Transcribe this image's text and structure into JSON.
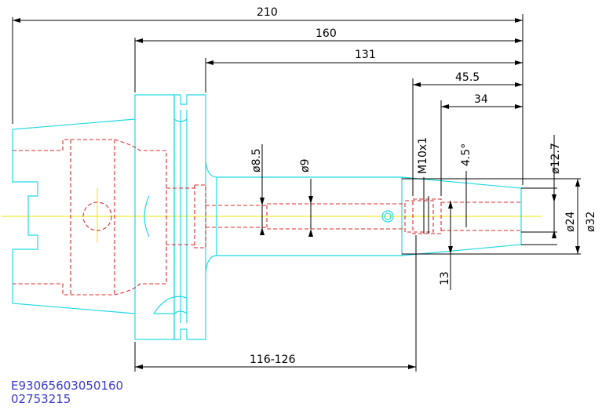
{
  "dimensions": {
    "overall_length": "210",
    "flange_length": "160",
    "body_length": "131",
    "front_length": "45.5",
    "taper_length": "34",
    "gauge_range": "116-126",
    "bore_diameter_1": "ø8.5",
    "bore_diameter_2": "ø9",
    "thread": "M10x1",
    "taper_angle": "4.5°",
    "nose_diameter_small": "ø12.7",
    "nose_diameter_24": "ø24",
    "nose_diameter_32": "ø32",
    "thread_depth": "13"
  },
  "codes": {
    "part_number": "E93065603050160",
    "item_number": "02753215"
  },
  "colors": {
    "outline": "#22d8e6",
    "hidden": "#e0282a",
    "center": "#f2e600",
    "dimension": "#000000",
    "code": "#3a3ad0"
  }
}
